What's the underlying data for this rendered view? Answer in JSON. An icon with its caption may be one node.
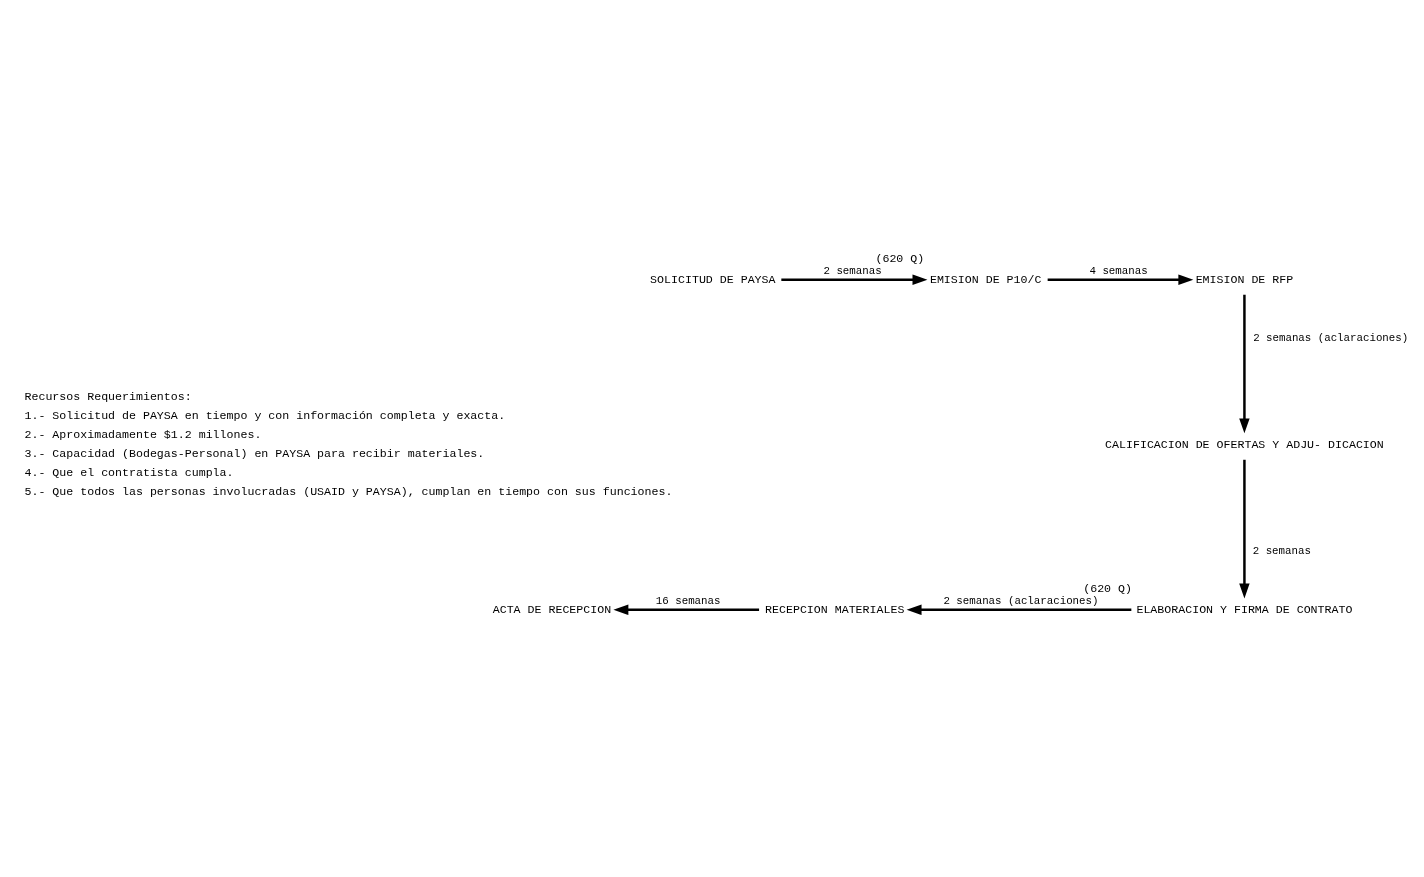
{
  "diagram": {
    "nodes": [
      {
        "text": [
          "SOLICITUD DE PAYSA"
        ]
      },
      {
        "text": [
          "EMISION DE P10/C"
        ],
        "beside": [
          "(620 Q)"
        ]
      },
      {
        "text": [
          "EMISION DE RFP"
        ]
      },
      {
        "text": [
          "CALIFICACION DE OFERTAS Y ADJU- DICACION"
        ]
      },
      {
        "text": [
          "ELABORACION Y FIRMA DE CONTRATO"
        ],
        "beside": [
          "(620 Q)"
        ]
      },
      {
        "text": [
          "RECEPCION MATERIALES"
        ]
      },
      {
        "text": [
          "ACTA DE RECEPCION"
        ]
      }
    ],
    "edges": [
      {
        "from": 0,
        "to": 1,
        "arrow": "to",
        "label": "2 semanas"
      },
      {
        "from": 1,
        "to": 2,
        "arrow": "to",
        "label": "4 semanas"
      },
      {
        "from": 2,
        "to": 3,
        "arrow": "to",
        "label": "2 semanas (aclaraciones)"
      },
      {
        "from": 3,
        "to": 4,
        "arrow": "to",
        "label": "2 semanas"
      },
      {
        "from": 4,
        "to": 5,
        "arrow": "to",
        "label": "2 semanas (aclaraciones)"
      },
      {
        "from": 5,
        "to": 6,
        "arrow": "to",
        "label": "16 semanas"
      }
    ],
    "labels": [
      "Recursos Requerimientos:",
      "1.- Solicitud de PAYSA en tiempo y con información completa y exacta.",
      "2.- Aproximadamente $1.2 millones.",
      "3.- Capacidad (Bodegas-Personal) en PAYSA para recibir materiales.",
      "4.- Que el contratista cumpla.",
      "5.- Que todos las personas involucradas (USAID y PAYSA), cumplan en tiempo con sus funciones."
    ]
  }
}
